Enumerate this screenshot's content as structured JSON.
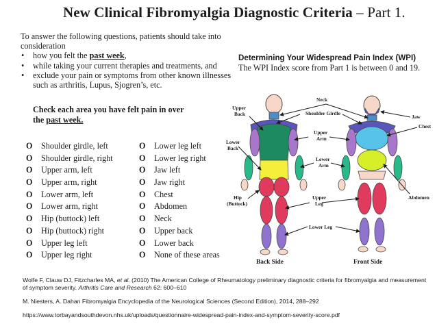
{
  "slide": {
    "title_main": "New  Clinical Fibromyalgia Diagnostic Criteria",
    "title_suffix": " – Part 1."
  },
  "intro": {
    "lead": "To answer the following questions, patients should take into consideration",
    "bullet1_pre": "how you felt the ",
    "bullet1_emph": "past week",
    "bullet1_post": ",",
    "bullet2": "while taking your current therapies and treatments, and",
    "bullet3": "exclude your pain or symptoms from other known illnesses such as arthritis, Lupus, Sjogren’s, etc."
  },
  "wpi": {
    "heading": "Determining Your Widespread Pain Index (WPI)",
    "text": "The WPI Index score from Part 1 is between 0 and 19."
  },
  "checklist": {
    "prompt_line1": "Check each area you have felt pain in over",
    "prompt_line2_pre": "the ",
    "prompt_line2_emph": "past week.",
    "marker": "O",
    "column1": [
      "Shoulder girdle, left",
      "Shoulder girdle, right",
      "Upper arm, left",
      "Upper arm, right",
      "Lower arm, left",
      "Lower arm, right",
      "Hip (buttock) left",
      "Hip (buttock) right",
      "Upper leg left",
      "Upper leg right"
    ],
    "column2": [
      "Lower leg left",
      "Lower leg right",
      "Jaw left",
      "Jaw right",
      "Chest",
      "Abdomen",
      "Neck",
      "Upper back",
      "Lower back",
      "None of these areas"
    ]
  },
  "diagram": {
    "label_neck": "Neck",
    "label_shoulder_girdle": "Shoulder Girdle",
    "label_jaw": "Jaw",
    "label_chest": "Chest",
    "label_upper_back_1": "Upper",
    "label_upper_back_2": "Back",
    "label_upper_arm_1": "Upper",
    "label_upper_arm_2": "Arm",
    "label_lower_back_1": "Lower",
    "label_lower_back_2": "Back",
    "label_lower_arm_1": "Lower",
    "label_lower_arm_2": "Arm",
    "label_abdomen": "Abdomen",
    "label_hip_1": "Hip",
    "label_hip_2": "(Buttock)",
    "label_upper_leg_1": "Upper",
    "label_upper_leg_2": "Leg",
    "label_lower_leg": "Lower Leg",
    "caption_back": "Back Side",
    "caption_front": "Front Side",
    "colors": {
      "neck": "#4a8fc9",
      "upper_back": "#1e8a60",
      "lower_back": "#f4ef3a",
      "chest": "#57c3e8",
      "abdomen": "#d7ef29",
      "upper_arm": "#a877cc",
      "lower_arm": "#2ab98a",
      "hip": "#e03a5c",
      "upper_leg": "#e03a5c",
      "lower_leg": "#8f73cf",
      "shoulder": "#5a55bb",
      "skin": "#f7d8c8"
    }
  },
  "references": {
    "ref1_pre": "Wolfe F, Clauw DJ, Fitzcharles MA, ",
    "ref1_etal": "et al.",
    "ref1_mid": " (2010) The American College of Rheumatology preliminary diagnostic criteria for fibromyalgia and measurement of symptom severity. ",
    "ref1_journal": "Arthritis Care and Research",
    "ref1_post": " 62: 600–610",
    "ref2": "M. Niesters,  A. Dahan Fibromyalgia Encyclopedia of the Neurological Sciences (Second Edition), 2014, 288–292",
    "ref3": "https://www.torbayandsouthdevon.nhs.uk/uploads/questionnaire-widespread-pain-index-and-symptom-severity-score.pdf"
  }
}
